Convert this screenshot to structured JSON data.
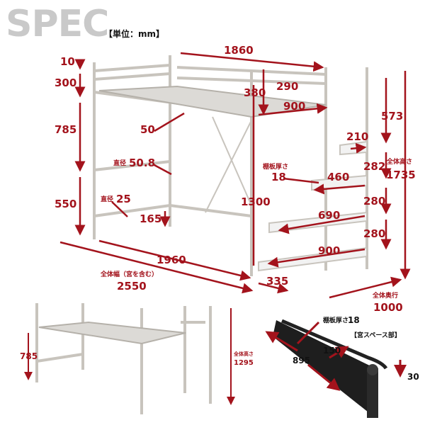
{
  "title": "SPEC",
  "unit_label": "【単位：mm】",
  "colors": {
    "accent": "#a3131c",
    "frame": "#c8c4bd",
    "title_gray": "#c9c9c9",
    "shelf_dark": "#222222"
  },
  "main_diagram": {
    "top_rail_gap": "10",
    "guard_height": "300",
    "bed_height": "785",
    "lower_height": "550",
    "bed_width": "1860",
    "guard_inner_height": "290",
    "guard_height_side": "380",
    "step_width_top": "900",
    "post_size": "50",
    "step_rise_1": "573",
    "step_depth_1": "210",
    "step_rise_2": "282",
    "overall_height_label": "全体高さ",
    "overall_height": "1735",
    "shelf_thickness_label": "棚板厚さ",
    "shelf_thickness": "18",
    "step_depth_2": "460",
    "diameter_label": "直径",
    "diameter_main": "50.8",
    "post_height": "1300",
    "step_rise_3": "280",
    "step_depth_3": "690",
    "step_rise_4": "280",
    "diameter_small": "25",
    "bar_height": "165",
    "step_depth_4": "900",
    "frame_length": "1960",
    "overall_width_label": "全体幅（宮を含む）",
    "overall_width": "2550",
    "stair_depth": "335",
    "overall_depth_label": "全体奥行",
    "overall_depth": "1000"
  },
  "low_diagram": {
    "bed_height": "785",
    "overall_height_label": "全体高さ",
    "overall_height": "1295"
  },
  "shelf_detail": {
    "title": "【宮スペース部】",
    "thickness_label": "棚板厚さ",
    "thickness": "18",
    "depth": "150",
    "length": "895",
    "height": "30"
  }
}
